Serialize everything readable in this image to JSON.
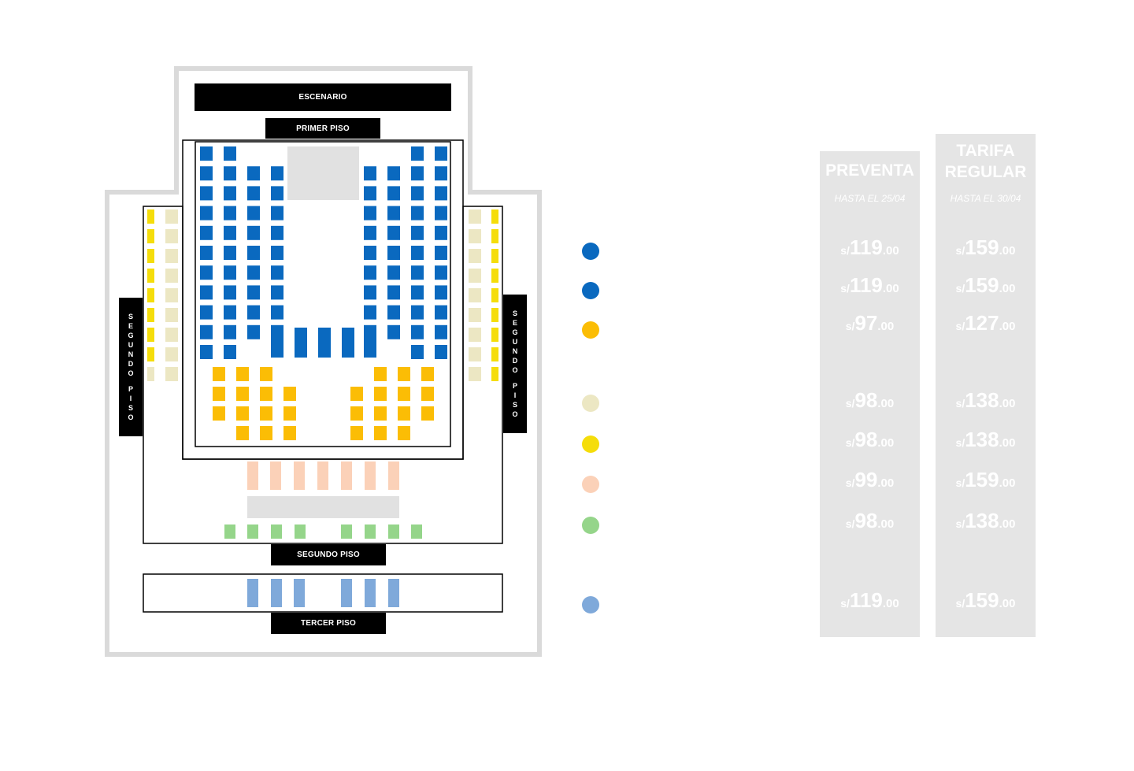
{
  "map": {
    "stage_label": "ESCENARIO",
    "primer_piso_label": "PRIMER PISO",
    "segundo_piso_label": "SEGUNDO PISO",
    "tercer_piso_label": "TERCER PISO",
    "side_label_letters_1": [
      "S",
      "E",
      "G",
      "U",
      "N",
      "D",
      "O"
    ],
    "side_label_letters_2": [
      "P",
      "I",
      "S",
      "O"
    ]
  },
  "colors": {
    "blue": "#0a69bf",
    "orange": "#fbbd05",
    "cream": "#ece7c3",
    "yellow": "#f5dd0a",
    "peach": "#fbd1b8",
    "green": "#95d58a",
    "lightblue": "#7fa9da",
    "grey": "#e1e1e1",
    "outline": "#dadada"
  },
  "legend": {
    "items": [
      {
        "color": "#0a69bf"
      },
      {
        "color": "#0a69bf"
      },
      {
        "color": "#fbbd05"
      },
      {
        "color": "#ece7c3"
      },
      {
        "color": "#f5dd0a"
      },
      {
        "color": "#fbd1b8"
      },
      {
        "color": "#95d58a"
      },
      {
        "color": "#7fa9da"
      }
    ]
  },
  "pricing": {
    "currency": "s/",
    "preventa": {
      "title": "PREVENTA",
      "subtitle": "HASTA EL 25/04",
      "prices": [
        {
          "int": "119",
          "dec": ".00"
        },
        {
          "int": "119",
          "dec": ".00"
        },
        {
          "int": "97",
          "dec": ".00"
        },
        {
          "int": "98",
          "dec": ".00"
        },
        {
          "int": "98",
          "dec": ".00"
        },
        {
          "int": "99",
          "dec": ".00"
        },
        {
          "int": "98",
          "dec": ".00"
        },
        {
          "int": "119",
          "dec": ".00"
        }
      ]
    },
    "regular": {
      "title_line1": "TARIFA",
      "title_line2": "REGULAR",
      "subtitle": "HASTA EL 30/04",
      "prices": [
        {
          "int": "159",
          "dec": ".00"
        },
        {
          "int": "159",
          "dec": ".00"
        },
        {
          "int": "127",
          "dec": ".00"
        },
        {
          "int": "138",
          "dec": ".00"
        },
        {
          "int": "138",
          "dec": ".00"
        },
        {
          "int": "159",
          "dec": ".00"
        },
        {
          "int": "138",
          "dec": ".00"
        },
        {
          "int": "159",
          "dec": ".00"
        }
      ]
    }
  }
}
